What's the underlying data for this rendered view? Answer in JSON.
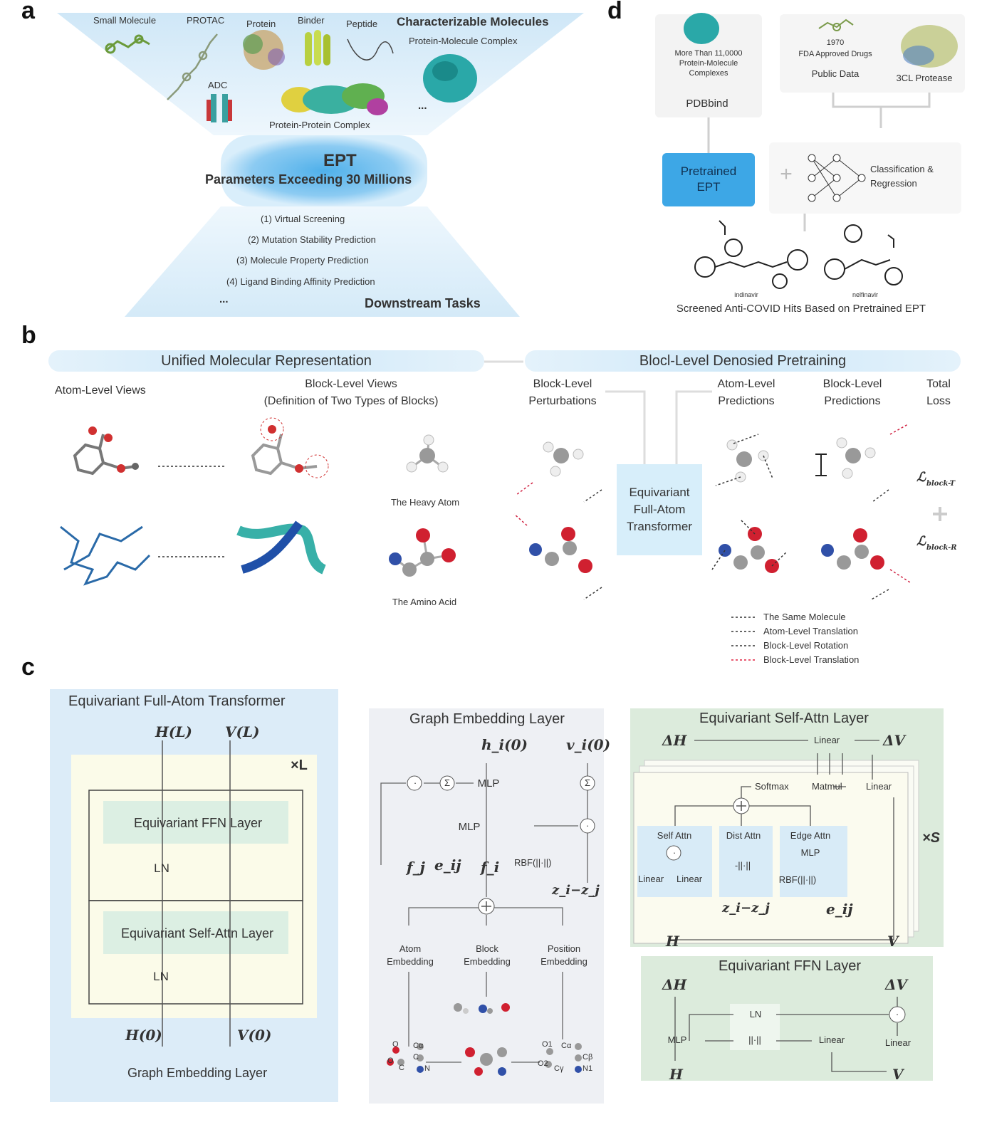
{
  "panels": {
    "a": "a",
    "b": "b",
    "c": "c",
    "d": "d"
  },
  "panel_a": {
    "molecules": [
      "Small Molecule",
      "PROTAC",
      "Protein",
      "Binder",
      "Peptide",
      "ADC",
      "Protein-Protein Complex"
    ],
    "heading": "Characterizable Molecules",
    "complex": "Protein-Molecule Complex",
    "ellipsis": "...",
    "ept_title": "EPT",
    "ept_params": "Parameters Exceeding 30 Millions",
    "tasks": [
      "(1) Virtual Screening",
      "(2) Mutation Stability Prediction",
      "(3) Molecule Property Prediction",
      "(4) Ligand Binding Affinity Prediction"
    ],
    "tasks_ellipsis": "...",
    "tasks_heading": "Downstream Tasks"
  },
  "panel_d": {
    "pdb_desc": "More Than 11,0000 Protein-Molecule Complexes",
    "pdbbind": "PDBbind",
    "fda_count": "1970",
    "fda_desc": "FDA Approved Drugs",
    "public_data": "Public Data",
    "protease": "3CL Protease",
    "pretrained": "Pretrained EPT",
    "plus": "+",
    "head": "Classification & Regression",
    "drug1": "indinavir",
    "drug2": "nelfinavir",
    "caption": "Screened Anti-COVID Hits Based on Pretrained EPT"
  },
  "panel_b": {
    "left_header": "Unified Molecular Representation",
    "right_header": "Blocl-Level Denosied Pretraining",
    "atom_views": "Atom-Level Views",
    "block_views_1": "Block-Level Views",
    "block_views_2": "(Definition of Two Types of Blocks)",
    "heavy_atom": "The Heavy Atom",
    "amino_acid": "The Amino Acid",
    "perturb_1": "Block-Level",
    "perturb_2": "Perturbations",
    "transformer": "Equivariant Full-Atom Transformer",
    "atom_pred_1": "Atom-Level",
    "atom_pred_2": "Predictions",
    "block_pred_1": "Block-Level",
    "block_pred_2": "Predictions",
    "total_1": "Total",
    "total_2": "Loss",
    "loss_t": "block-T",
    "loss_r": "block-R",
    "loss_symbol": "ℒ",
    "legend": [
      "The Same Molecule",
      "Atom-Level Translation",
      "Block-Level Rotation",
      "Block-Level Translation"
    ],
    "legend_colors": [
      "#333333",
      "#333333",
      "#333333",
      "#e02040"
    ]
  },
  "panel_c": {
    "eft_title": "Equivariant Full-Atom Transformer",
    "H_L": "H(L)",
    "V_L": "V(L)",
    "times_L": "×L",
    "ffn_layer": "Equivariant FFN Layer",
    "ln": "LN",
    "self_attn_layer": "Equivariant Self-Attn Layer",
    "H0": "H(0)",
    "V0": "V(0)",
    "graph_embed": "Graph Embedding Layer",
    "ge_title": "Graph Embedding Layer",
    "h_i0": "h_i(0)",
    "v_i0": "v_i(0)",
    "mlp": "MLP",
    "sum": "Σ",
    "dot": "·",
    "f_j": "f_j",
    "e_ij": "e_ij",
    "f_i": "f_i",
    "rbf": "RBF(||·||)",
    "zdiff": "z_i−z_j",
    "atom_emb_1": "Atom",
    "atom_emb_2": "Embedding",
    "block_emb_1": "Block",
    "block_emb_2": "Embedding",
    "pos_emb_1": "Position",
    "pos_emb_2": "Embedding",
    "atom_labels_left": [
      "O",
      "O",
      "C",
      "Cα",
      "C",
      "N"
    ],
    "atom_labels_right": [
      "O1",
      "O2",
      "Cα",
      "Cβ",
      "Cγ",
      "N1"
    ],
    "sa_title": "Equivariant Self-Attn Layer",
    "dH": "ΔH",
    "dV": "ΔV",
    "linear": "Linear",
    "softmax": "Softmax",
    "matmul": "Matmul",
    "self_attn": "Self Attn",
    "dist_attn": "Dist Attn",
    "edge_attn": "Edge Attn",
    "norm": "-||·||",
    "times_S": "×S",
    "H": "H",
    "V": "V",
    "ffn_title": "Equivariant FFN Layer",
    "norm2": "||·||"
  }
}
